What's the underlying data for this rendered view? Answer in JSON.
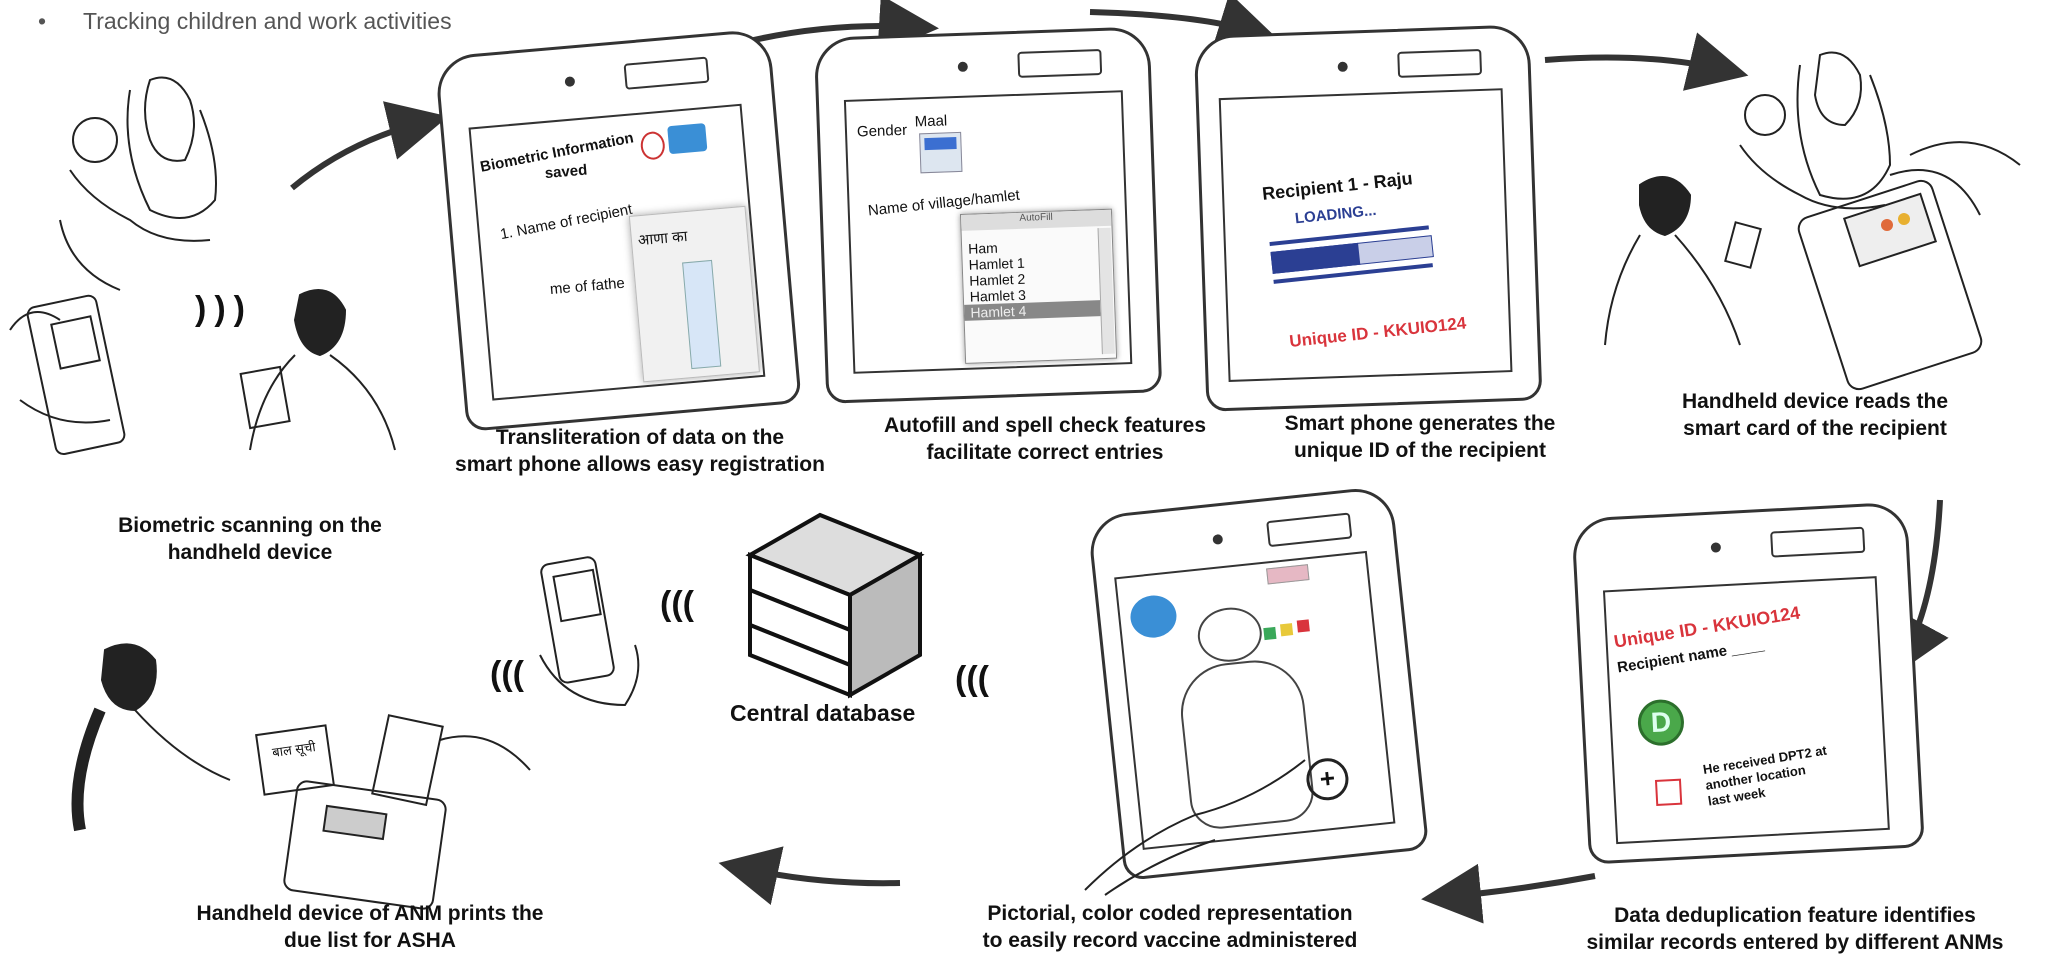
{
  "bullet": {
    "marker": "•",
    "text": "Tracking children and work activities"
  },
  "steps": {
    "biometric": {
      "caption_line1": "Biometric scanning on the",
      "caption_line2": "handheld device",
      "waves": ")))"
    },
    "transliteration": {
      "caption_line1": "Transliteration of data on the",
      "caption_line2": "smart phone allows easy registration",
      "screen_title_line1": "Biometric Information",
      "screen_title_line2": "saved",
      "field_name": "1. Name of recipient",
      "field_father": "me of fathe",
      "hindi_text": "आणा का"
    },
    "autofill": {
      "caption_line1": "Autofill and spell check features",
      "caption_line2": "facilitate correct entries",
      "gender_label": "Gender",
      "gender_value": "Maal",
      "village_label": "Name of village/hamlet",
      "dropdown_header": "AutoFill",
      "options": [
        "Ham",
        "Hamlet 1",
        "Hamlet 2",
        "Hamlet 3",
        "Hamlet 4"
      ]
    },
    "unique_id": {
      "caption_line1": "Smart phone generates the",
      "caption_line2": "unique ID of the recipient",
      "recipient": "Recipient 1 - Raju",
      "loading": "LOADING...",
      "progress": 0.55,
      "id_text": "Unique ID - KKUIO124"
    },
    "smart_card": {
      "caption_line1": "Handheld device reads the",
      "caption_line2": "smart card of the recipient"
    },
    "dedup": {
      "caption_line1": "Data deduplication feature identifies",
      "caption_line2": "similar records entered by different ANMs",
      "id_text": "Unique ID - KKUIO124",
      "recipient_label": "Recipient name ____",
      "badge_letter": "D",
      "note_line1": "He received DPT2 at",
      "note_line2": "another location",
      "note_line3": "last week"
    },
    "pictorial": {
      "caption_line1": "Pictorial, color coded representation",
      "caption_line2": "to easily record vaccine administered"
    },
    "database": {
      "caption": "Central database"
    },
    "print": {
      "caption_line1": "Handheld device of ANM prints the",
      "caption_line2": "due list for ASHA",
      "paper_text": "बाल सूची"
    }
  },
  "colors": {
    "accent_red": "#d9343c",
    "progress_blue": "#2b3f93",
    "folder_blue": "#3a8fd6",
    "badge_green": "#4aa84a",
    "arrow": "#333333"
  }
}
